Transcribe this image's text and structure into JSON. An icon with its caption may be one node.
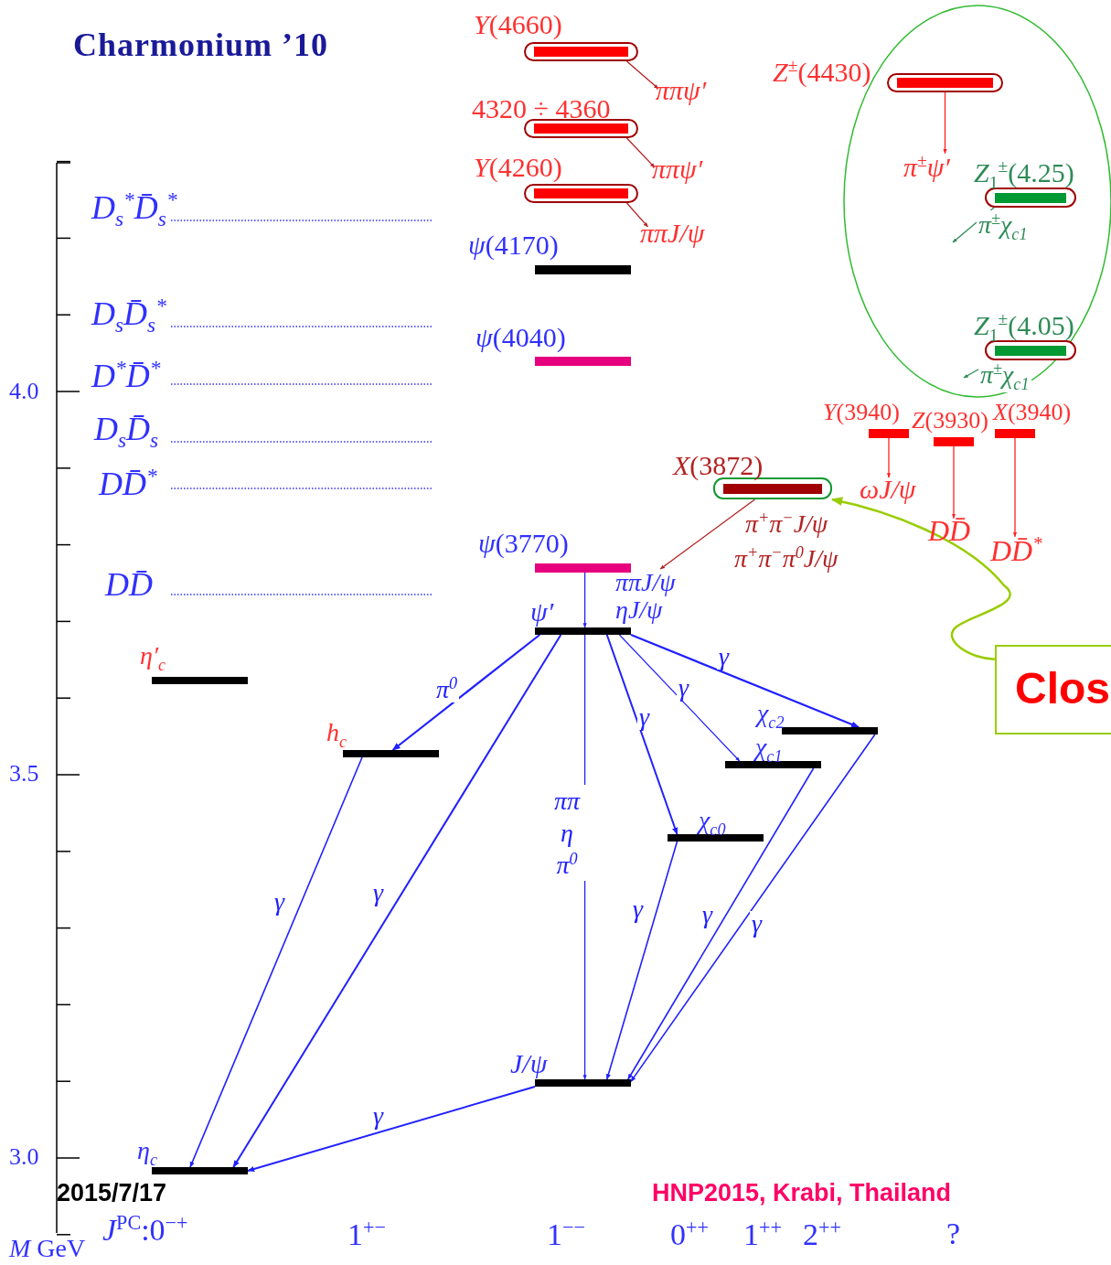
{
  "diagram": {
    "title": "Charmonium ’10",
    "nodes": [
      {
        "text": [],
        "shape": "bar",
        "beside": [
          "*Y*(4660)"
        ]
      },
      {
        "text": [],
        "shape": "bar",
        "beside": [
          "4320 ÷ 4360"
        ]
      },
      {
        "text": [],
        "shape": "bar",
        "beside": [
          "*Y*(4260)"
        ]
      },
      {
        "text": [],
        "shape": "bar",
        "beside": [
          "*ψ*(4170)"
        ]
      },
      {
        "text": [],
        "shape": "bar",
        "beside": [
          "*ψ*(4040)"
        ]
      },
      {
        "text": [],
        "shape": "bar",
        "beside": [
          "*Z*$^{±}$(4430)"
        ]
      },
      {
        "text": [],
        "shape": "bar",
        "beside": [
          "*Z*$_{1}$$^{±}$(4.25)"
        ]
      },
      {
        "text": [],
        "shape": "bar",
        "beside": [
          "*Z*$_{1}$$^{±}$(4.05)"
        ]
      },
      {
        "text": [],
        "shape": "bar",
        "beside": [
          "*Y*(3940)"
        ]
      },
      {
        "text": [],
        "shape": "bar",
        "beside": [
          "*Z*(3930)"
        ]
      },
      {
        "text": [],
        "shape": "bar",
        "beside": [
          "*X*(3940)"
        ]
      },
      {
        "text": [],
        "shape": "bar",
        "beside": [
          "*X*(3872)"
        ]
      },
      {
        "text": [],
        "shape": "bar",
        "beside": [
          "*ψ*(3770)"
        ]
      },
      {
        "text": [],
        "shape": "bar",
        "beside": [
          "ψ′"
        ]
      },
      {
        "text": [],
        "shape": "bar",
        "beside": [
          "η′$_{c}$"
        ]
      },
      {
        "text": [],
        "shape": "bar",
        "beside": [
          "h$_{c}$"
        ]
      },
      {
        "text": [],
        "shape": "bar",
        "beside": [
          "χ$_{c2}$"
        ]
      },
      {
        "text": [],
        "shape": "bar",
        "beside": [
          "χ$_{c1}$"
        ]
      },
      {
        "text": [],
        "shape": "bar",
        "beside": [
          "χ$_{c0}$"
        ]
      },
      {
        "text": [],
        "shape": "bar",
        "beside": [
          "J/ψ"
        ]
      },
      {
        "text": [],
        "shape": "bar",
        "beside": [
          "η$_{c}$"
        ]
      },
      {
        "text": [
          "ππψ′"
        ]
      },
      {
        "text": [
          "ππψ′"
        ]
      },
      {
        "text": [
          "ππJ/ψ"
        ]
      },
      {
        "text": [
          "π$^{±}$ψ′"
        ]
      },
      {
        "text": [
          "ωJ/ψ"
        ]
      },
      {
        "text": [
          "DD̄"
        ]
      },
      {
        "text": [
          "DD̄$^{*}$"
        ]
      },
      {
        "text": [
          "Clos"
        ]
      },
      {
        "text": [
          "ππJ/ψ"
        ]
      }
    ],
    "edges": [
      {
        "from": 0,
        "to": 21,
        "arrow": "to",
        "color": "#b22222"
      },
      {
        "from": 1,
        "to": 22,
        "arrow": "to",
        "color": "#b22222"
      },
      {
        "from": 2,
        "to": 23,
        "arrow": "to",
        "color": "#b22222"
      },
      {
        "from": 5,
        "to": 24,
        "arrow": "to",
        "color": "#ff2020"
      },
      {
        "from": 6,
        "to": null,
        "arrow": "to",
        "label": "π$^{±}$χ$_{c1}$",
        "color": "#2e8b57"
      },
      {
        "from": 7,
        "to": null,
        "arrow": "to",
        "label": "π$^{±}$χ$_{c1}$",
        "color": "#2e8b57"
      },
      {
        "from": 8,
        "to": 25,
        "arrow": "to",
        "color": "#ff2020"
      },
      {
        "from": 9,
        "to": 26,
        "arrow": "to",
        "color": "#ff2020"
      },
      {
        "from": 10,
        "to": 27,
        "arrow": "to",
        "color": "#ff2020"
      },
      {
        "from": 11,
        "to": 29,
        "arrow": "to",
        "color": "#b22222"
      },
      {
        "from": 12,
        "to": 13,
        "arrow": "to"
      },
      {
        "from": 13,
        "to": 15,
        "arrow": "to",
        "label": "π$^{0}$"
      },
      {
        "from": 13,
        "to": 20,
        "arrow": "to",
        "label": "γ"
      },
      {
        "from": 13,
        "to": 19,
        "arrow": "to",
        "label": "ππ η π$^{0}$"
      },
      {
        "from": 13,
        "to": 18,
        "arrow": "to",
        "label": "γ"
      },
      {
        "from": 13,
        "to": 17,
        "arrow": "to",
        "label": "γ"
      },
      {
        "from": 13,
        "to": 16,
        "arrow": "to",
        "label": "γ"
      },
      {
        "from": 15,
        "to": 20,
        "arrow": "to",
        "label": "γ"
      },
      {
        "from": 18,
        "to": 19,
        "arrow": "to",
        "label": "γ"
      },
      {
        "from": 17,
        "to": 19,
        "arrow": "to",
        "label": "γ"
      },
      {
        "from": 16,
        "to": 19,
        "arrow": "to",
        "label": "γ"
      },
      {
        "from": 19,
        "to": 20,
        "arrow": "to",
        "label": "γ"
      },
      {
        "from": 28,
        "to": 11,
        "arrow": "to",
        "color": "#99cc00"
      }
    ],
    "labels": [
      "D$_{s}$$^{*}$D̄$_{s}$$^{*}$",
      "D$_{s}$D̄$_{s}$$^{*}$",
      "D$^{*}$D̄$^{*}$",
      "D$_{s}$D̄$_{s}$",
      "DD̄$^{*}$",
      "DD̄",
      "4.0",
      "3.5",
      "3.0",
      "π$^{+}$π$^{−}$J/ψ",
      "π$^{+}$π$^{−}$π$^{0}$J/ψ",
      "ηJ/ψ",
      "*M* GeV",
      "*J*$^{PC}$:0$^{−+}$",
      "1$^{+−}$",
      "1$^{−−}$",
      "0$^{++}$",
      "1$^{++}$",
      "2$^{++}$",
      "?",
      "2015/7/17",
      "HNP2015, Krabi, Thailand"
    ]
  }
}
